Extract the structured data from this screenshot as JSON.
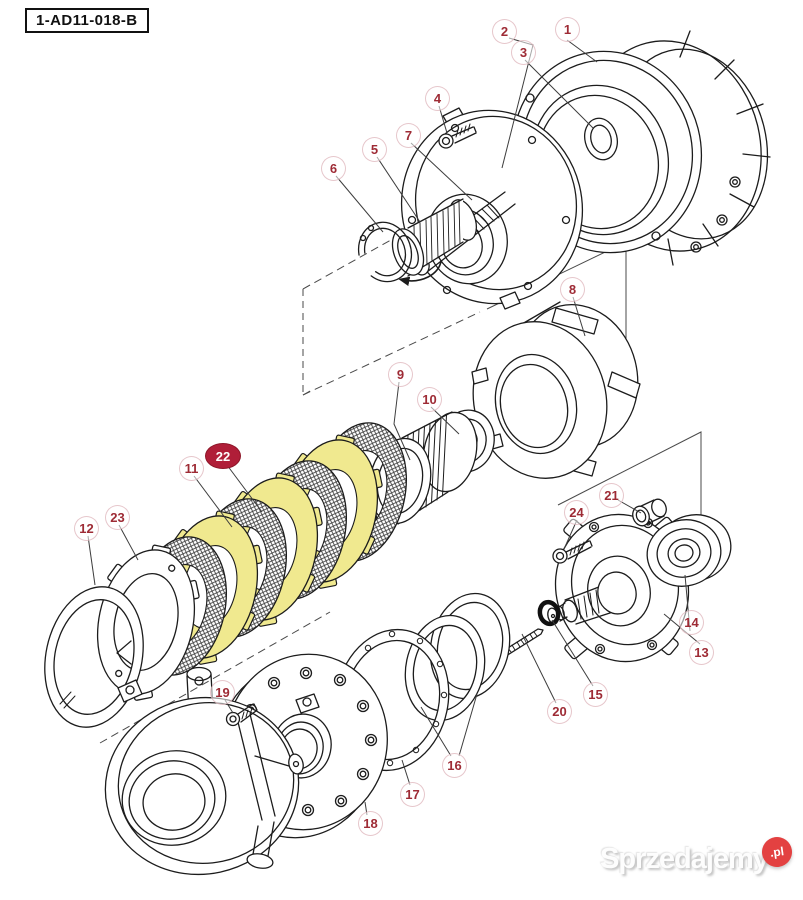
{
  "header": {
    "diagram_code": "1-AD11-018-B"
  },
  "watermark": {
    "brand": "Sprzedajemy",
    "suffix": ".pl"
  },
  "colors": {
    "callout_text": "#9e2b35",
    "highlight_badge_fill": "#b01e38",
    "highlight_badge_text": "#ffffff",
    "highlight_plate_yellow": "#f0e98f",
    "line_art": "#1c1c1c",
    "watermark_badge": "#e34141"
  },
  "highlighted_callout": "22",
  "callouts": {
    "c1": "1",
    "c2": "2",
    "c3": "3",
    "c4": "4",
    "c5": "5",
    "c6": "6",
    "c7": "7",
    "c8": "8",
    "c9": "9",
    "c10": "10",
    "c11": "11",
    "c12": "12",
    "c13": "13",
    "c14": "14",
    "c15": "15",
    "c16": "16",
    "c17": "17",
    "c18": "18",
    "c19": "19",
    "c20": "20",
    "c21": "21",
    "c22": "22",
    "c23": "23",
    "c24": "24"
  }
}
